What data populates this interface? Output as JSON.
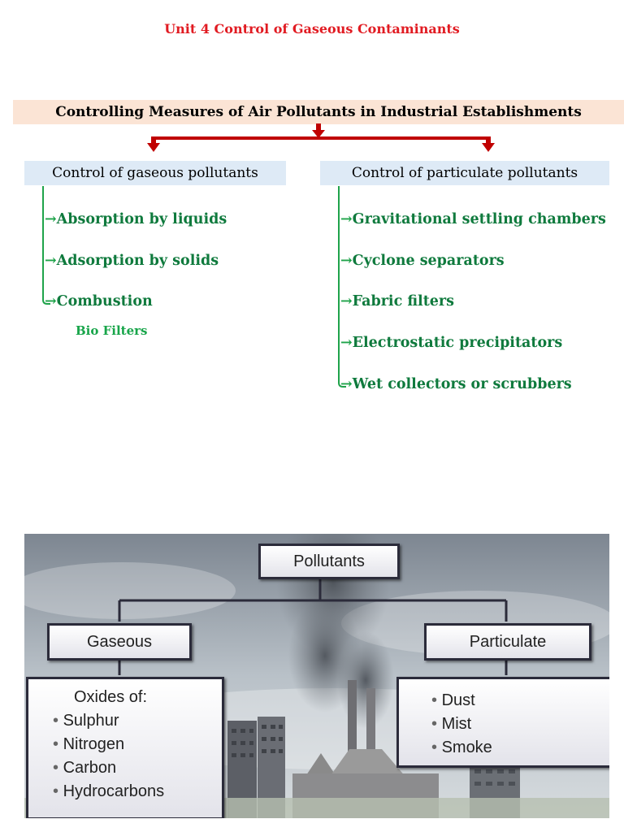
{
  "title": "Unit 4 Control of Gaseous Contaminants",
  "main_heading": "Controlling Measures of Air Pollutants in Industrial Establishments",
  "gaseous": {
    "label": "Control of gaseous pollutants",
    "items": [
      "Absorption by liquids",
      "Adsorption by solids",
      "Combustion"
    ],
    "extra": "Bio Filters"
  },
  "particulate": {
    "label": "Control of particulate pollutants",
    "items": [
      "Gravitational settling chambers",
      "Cyclone separators",
      "Fabric filters",
      "Electrostatic precipitators",
      "Wet collectors or scrubbers"
    ]
  },
  "diagram2": {
    "root": "Pollutants",
    "left": "Gaseous",
    "right": "Particulate",
    "left_intro": "Oxides of:",
    "left_items": [
      "Sulphur",
      "Nitrogen",
      "Carbon",
      "Hydrocarbons"
    ],
    "right_items": [
      "Dust",
      "Mist",
      "Smoke"
    ]
  },
  "colors": {
    "title_red": "#e11b22",
    "arrow_red": "#c00000",
    "item_green": "#0f7a3d",
    "heading_bg": "#fbe4d5",
    "category_bg": "#deeaf6"
  }
}
